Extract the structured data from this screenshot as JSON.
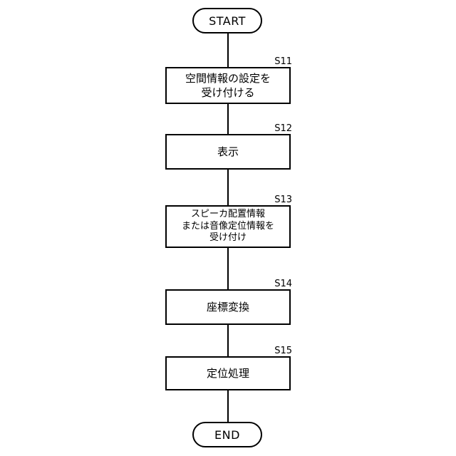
{
  "flowchart": {
    "start_label": "START",
    "end_label": "END",
    "steps": [
      {
        "id": "S11",
        "text": "空間情報の設定を\n受け付ける"
      },
      {
        "id": "S12",
        "text": "表示"
      },
      {
        "id": "S13",
        "text": "スピーカ配置情報\nまたは音像定位情報を\n受け付け"
      },
      {
        "id": "S14",
        "text": "座標変換"
      },
      {
        "id": "S15",
        "text": "定位処理"
      }
    ]
  }
}
